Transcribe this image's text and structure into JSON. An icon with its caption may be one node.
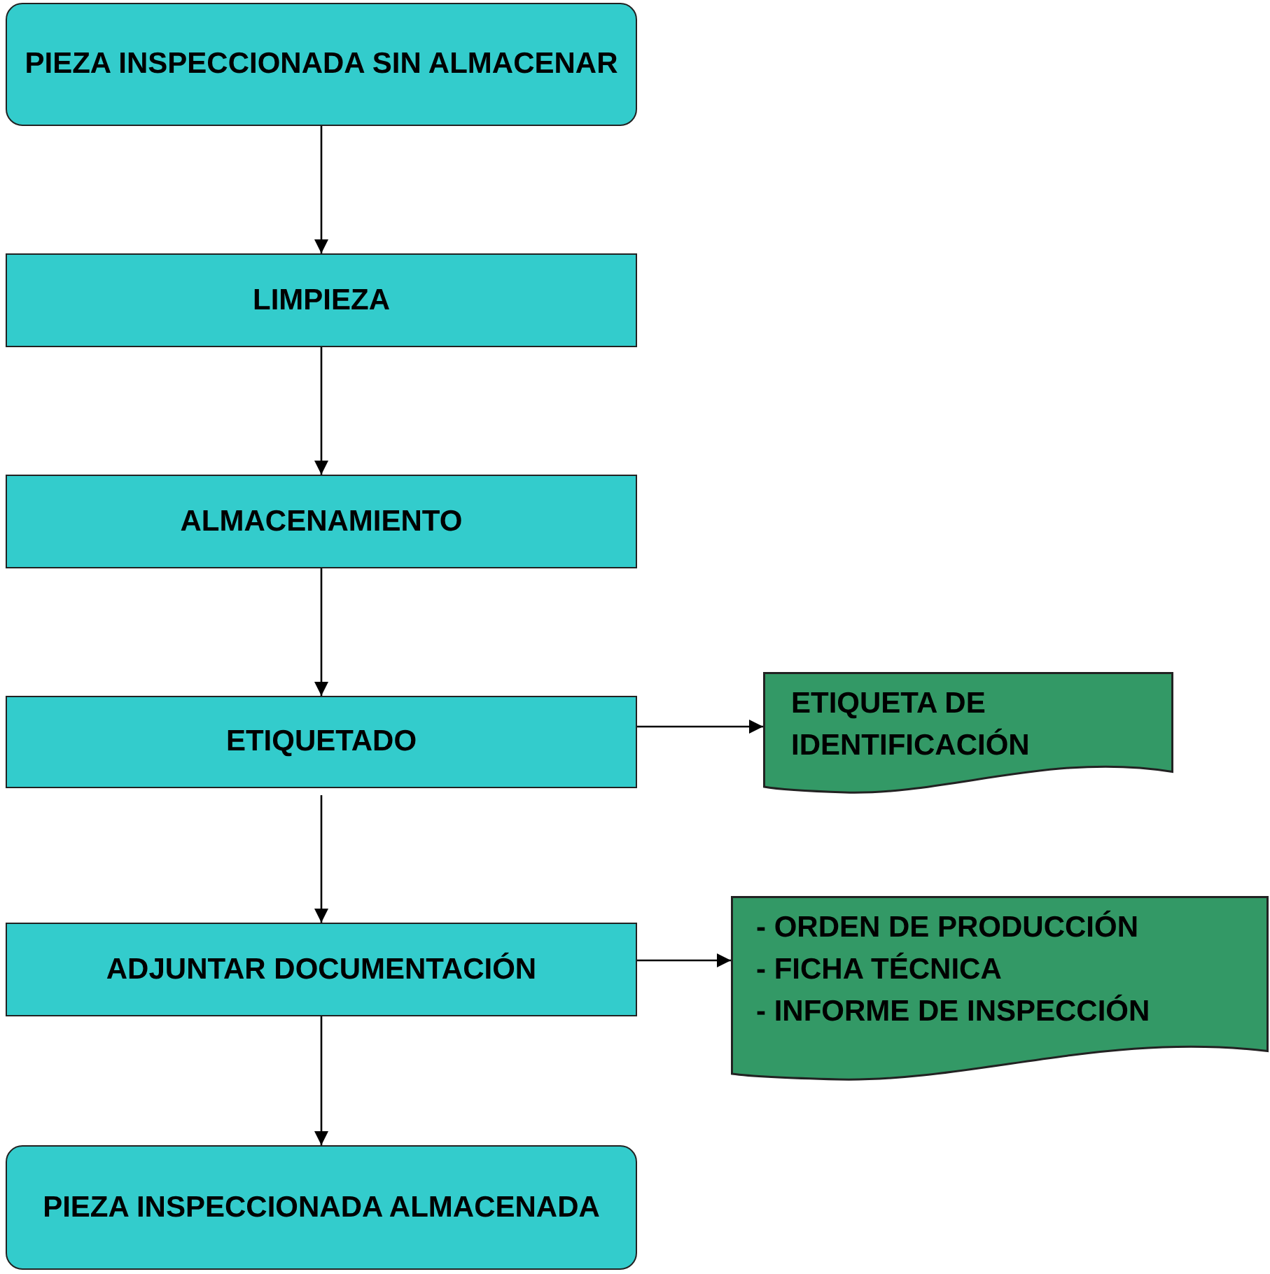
{
  "diagram": {
    "nodes": [
      {
        "text": [
          "PIEZA INSPECCIONADA SIN ALMACENAR"
        ]
      },
      {
        "text": [
          "LIMPIEZA"
        ]
      },
      {
        "text": [
          "ALMACENAMIENTO"
        ]
      },
      {
        "text": [
          "ETIQUETADO"
        ]
      },
      {
        "text": [
          "ETIQUETA DE IDENTIFICACIÓN"
        ]
      },
      {
        "text": [
          "ADJUNTAR DOCUMENTACIÓN"
        ]
      },
      {
        "text": [
          "- ORDEN DE PRODUCCIÓN",
          "- FICHA TÉCNICA",
          "- INFORME DE INSPECCIÓN"
        ]
      },
      {
        "text": [
          "PIEZA INSPECCIONADA ALMACENADA"
        ]
      }
    ],
    "edges": [
      {
        "from": 0,
        "to": 1,
        "arrow": "to"
      },
      {
        "from": 1,
        "to": 2,
        "arrow": "to"
      },
      {
        "from": 2,
        "to": 3,
        "arrow": "to"
      },
      {
        "from": 3,
        "to": 4,
        "arrow": "to"
      },
      {
        "from": 3,
        "to": 5,
        "arrow": "to"
      },
      {
        "from": 5,
        "to": 6,
        "arrow": "to"
      },
      {
        "from": 5,
        "to": 7,
        "arrow": "to"
      }
    ]
  }
}
